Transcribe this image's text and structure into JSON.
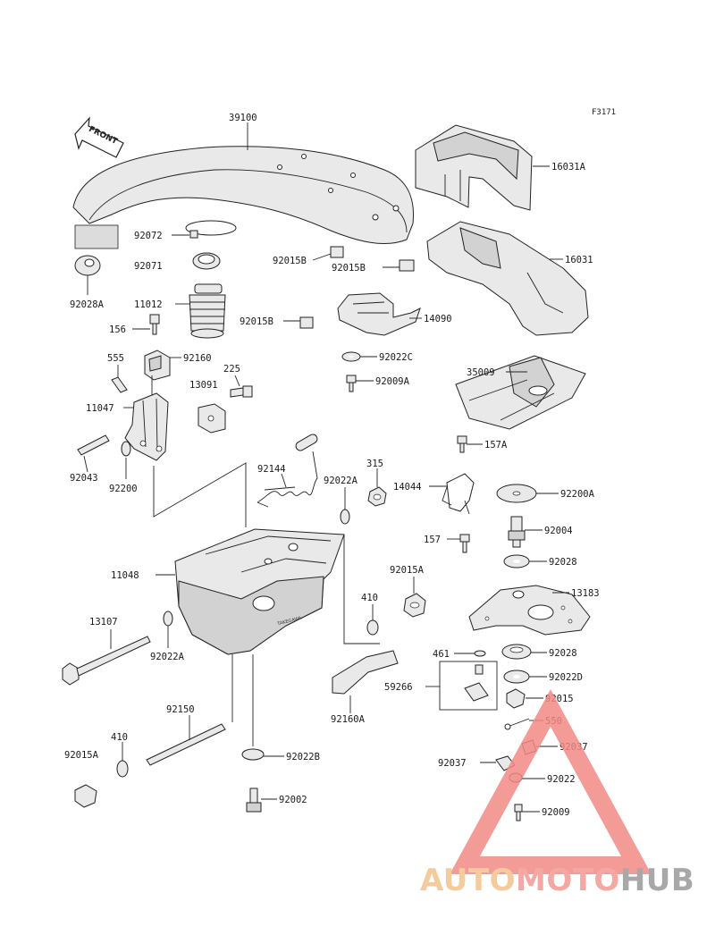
{
  "figure_id": "F3171",
  "front_label": "FRONT",
  "stamp_text": "TAKEGAWA",
  "labels": {
    "p39100": "39100",
    "p16031A": "16031A",
    "p16031": "16031",
    "p92072": "92072",
    "p92071": "92071",
    "p92028A": "92028A",
    "p11012": "11012",
    "p156": "156",
    "p92015B_a": "92015B",
    "p92015B_b": "92015B",
    "p92015B_c": "92015B",
    "p14090": "14090",
    "p92022C": "92022C",
    "p92009A": "92009A",
    "p555": "555",
    "p92160": "92160",
    "p225": "225",
    "p13091": "13091",
    "p11047": "11047",
    "p35009": "35009",
    "p157A": "157A",
    "p92043": "92043",
    "p92200": "92200",
    "p92144": "92144",
    "p92022A_a": "92022A",
    "p315": "315",
    "p14044": "14044",
    "p92200A": "92200A",
    "p92004": "92004",
    "p157": "157",
    "p92028_a": "92028",
    "p11048": "11048",
    "p92015A_a": "92015A",
    "p13183": "13183",
    "p410_a": "410",
    "p13107": "13107",
    "p92022A_b": "92022A",
    "p461": "461",
    "p92028_b": "92028",
    "p59266": "59266",
    "p92022D": "92022D",
    "p92015": "92015",
    "p92150": "92150",
    "p92160A": "92160A",
    "p550": "550",
    "p410_b": "410",
    "p92037_a": "92037",
    "p92015A_b": "92015A",
    "p92022B": "92022B",
    "p92037_b": "92037",
    "p92022": "92022",
    "p92002": "92002",
    "p92009": "92009"
  },
  "watermark": {
    "part1": "AUTO",
    "part2": "MOTO",
    "part3": "HUB",
    "color1": "#f2c38d",
    "color2": "#f29a94",
    "color3": "#9a9a9a",
    "triangle_color": "#f28a86"
  }
}
